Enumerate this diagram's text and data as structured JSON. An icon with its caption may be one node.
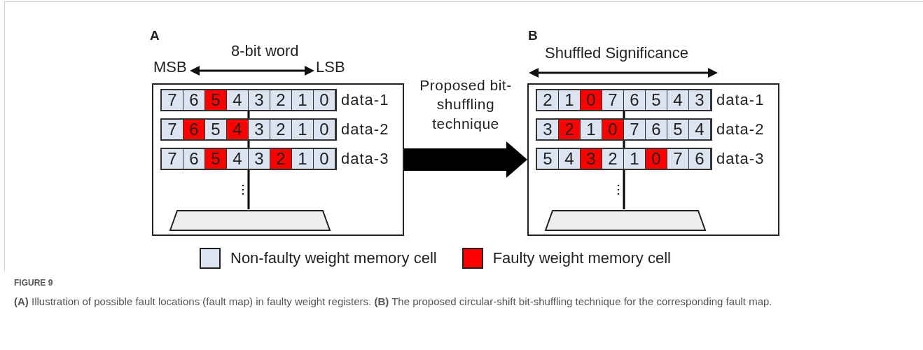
{
  "diagram": {
    "caption": "**(A)** Illustration of possible fault locations (fault map) in faulty weight registers. **(B)** The proposed circular-shift bit-shuffling technique for the corresponding fault map.",
    "nodes": [
      {
        "text": [],
        "shape": "box"
      },
      {
        "text": [],
        "shape": "box",
        "beside": [
          "data-1"
        ],
        "in": 0
      },
      {
        "text": [
          "7"
        ],
        "in": 1
      },
      {
        "text": [
          "6"
        ],
        "in": 1
      },
      {
        "text": [
          "5"
        ],
        "in": 1
      },
      {
        "text": [
          "4"
        ],
        "in": 1
      },
      {
        "text": [
          "3"
        ],
        "in": 1
      },
      {
        "text": [
          "2"
        ],
        "in": 1
      },
      {
        "text": [
          "1"
        ],
        "in": 1
      },
      {
        "text": [
          "0"
        ],
        "in": 1
      },
      {
        "text": [],
        "shape": "box",
        "beside": [
          "data-2"
        ],
        "in": 0
      },
      {
        "text": [
          "7"
        ],
        "in": 10
      },
      {
        "text": [
          "6"
        ],
        "in": 10
      },
      {
        "text": [
          "5"
        ],
        "in": 10
      },
      {
        "text": [
          "4"
        ],
        "in": 10
      },
      {
        "text": [
          "3"
        ],
        "in": 10
      },
      {
        "text": [
          "2"
        ],
        "in": 10
      },
      {
        "text": [
          "1"
        ],
        "in": 10
      },
      {
        "text": [
          "0"
        ],
        "in": 10
      },
      {
        "text": [],
        "shape": "box",
        "beside": [
          "data-3"
        ],
        "in": 0
      },
      {
        "text": [
          "7"
        ],
        "in": 19
      },
      {
        "text": [
          "6"
        ],
        "in": 19
      },
      {
        "text": [
          "5"
        ],
        "in": 19
      },
      {
        "text": [
          "4"
        ],
        "in": 19
      },
      {
        "text": [
          "3"
        ],
        "in": 19
      },
      {
        "text": [
          "2"
        ],
        "in": 19
      },
      {
        "text": [
          "1"
        ],
        "in": 19
      },
      {
        "text": [
          "0"
        ],
        "in": 19
      },
      {
        "text": [],
        "shape": "trapezoid",
        "in": 0
      },
      {
        "text": [],
        "shape": "box"
      },
      {
        "text": [],
        "shape": "box",
        "beside": [
          "data-1"
        ],
        "in": 29
      },
      {
        "text": [
          "2"
        ],
        "in": 30
      },
      {
        "text": [
          "1"
        ],
        "in": 30
      },
      {
        "text": [
          "0"
        ],
        "in": 30
      },
      {
        "text": [
          "7"
        ],
        "in": 30
      },
      {
        "text": [
          "6"
        ],
        "in": 30
      },
      {
        "text": [
          "5"
        ],
        "in": 30
      },
      {
        "text": [
          "4"
        ],
        "in": 30
      },
      {
        "text": [
          "3"
        ],
        "in": 30
      },
      {
        "text": [],
        "shape": "box",
        "beside": [
          "data-2"
        ],
        "in": 29
      },
      {
        "text": [
          "3"
        ],
        "in": 39
      },
      {
        "text": [
          "2"
        ],
        "in": 39
      },
      {
        "text": [
          "1"
        ],
        "in": 39
      },
      {
        "text": [
          "0"
        ],
        "in": 39
      },
      {
        "text": [
          "7"
        ],
        "in": 39
      },
      {
        "text": [
          "6"
        ],
        "in": 39
      },
      {
        "text": [
          "5"
        ],
        "in": 39
      },
      {
        "text": [
          "4"
        ],
        "in": 39
      },
      {
        "text": [],
        "shape": "box",
        "beside": [
          "data-3"
        ],
        "in": 29
      },
      {
        "text": [
          "5"
        ],
        "in": 48
      },
      {
        "text": [
          "4"
        ],
        "in": 48
      },
      {
        "text": [
          "3"
        ],
        "in": 48
      },
      {
        "text": [
          "2"
        ],
        "in": 48
      },
      {
        "text": [
          "1"
        ],
        "in": 48
      },
      {
        "text": [
          "0"
        ],
        "in": 48
      },
      {
        "text": [
          "7"
        ],
        "in": 48
      },
      {
        "text": [
          "6"
        ],
        "in": 48
      },
      {
        "text": [],
        "shape": "trapezoid",
        "in": 29
      }
    ],
    "edges": [
      {
        "from": 0,
        "to": 29,
        "arrow": "to",
        "style": "thick",
        "label": "Proposed bit-shuffling technique"
      },
      {
        "from": 1,
        "to": 10,
        "arrow": "none"
      },
      {
        "from": 10,
        "to": 19,
        "arrow": "none"
      },
      {
        "from": 19,
        "to": 28,
        "arrow": "none"
      },
      {
        "from": 30,
        "to": 39,
        "arrow": "none"
      },
      {
        "from": 39,
        "to": 48,
        "arrow": "none"
      },
      {
        "from": 48,
        "to": 57,
        "arrow": "none"
      }
    ],
    "labels": [
      "A",
      "8-bit word",
      "MSB",
      "LSB",
      "B",
      "Shuffled Significance",
      "FIGURE 9"
    ],
    "legend": [
      {
        "text": "Non-faulty weight memory cell",
        "color": "#dce3f1"
      },
      {
        "text": "Faulty weight memory cell",
        "color": "#ff0000"
      }
    ]
  }
}
